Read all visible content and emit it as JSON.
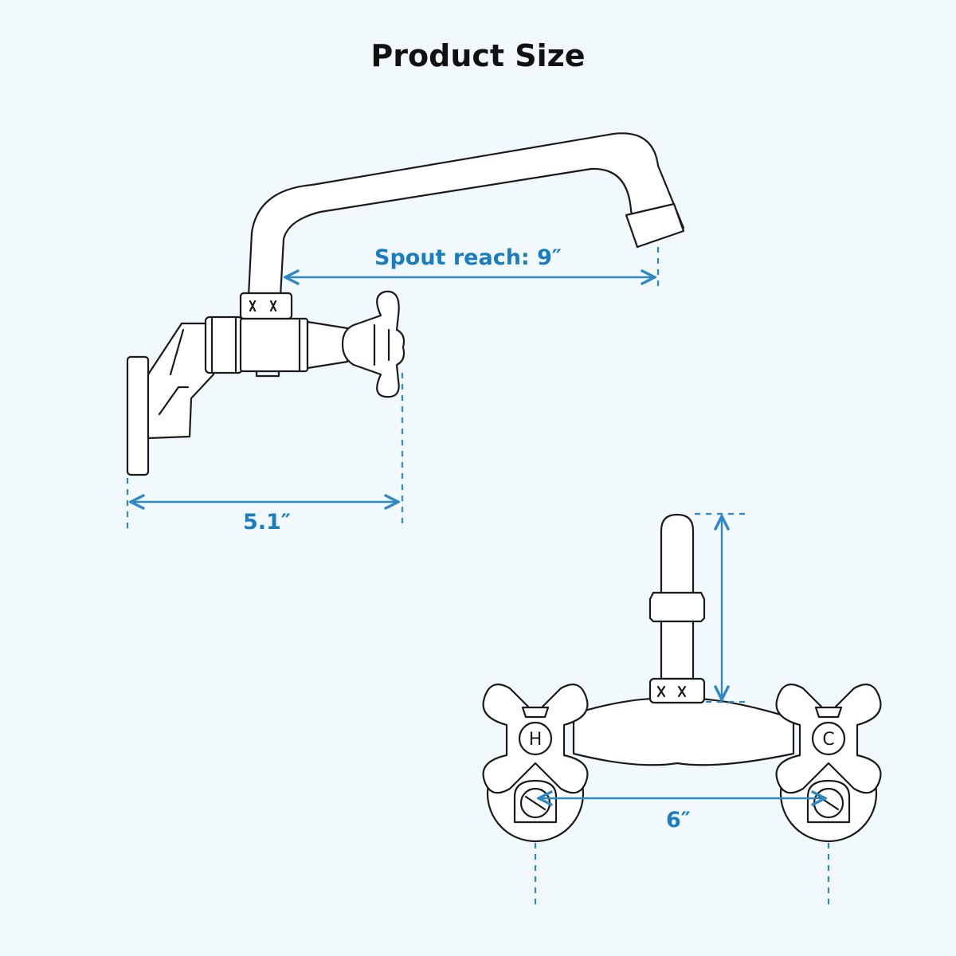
{
  "title": "Product Size",
  "dimensions": {
    "spout_reach": "Spout reach: 9″",
    "wall_depth": "5.1″",
    "center_width": "6″"
  },
  "handle_labels": {
    "hot": "H",
    "cold": "C"
  },
  "colors": {
    "background": "#f2f9fd",
    "dimension": "#2f88c6",
    "label": "#1a7dc0",
    "outline": "#1a1a1a"
  }
}
